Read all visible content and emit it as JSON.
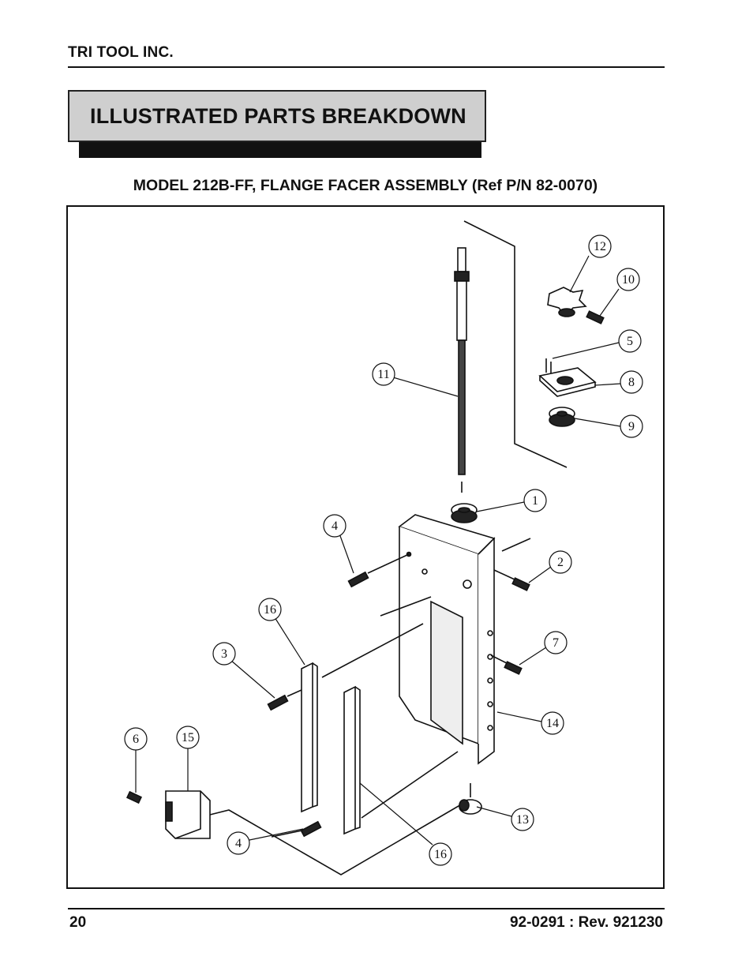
{
  "header": {
    "company": "TRI TOOL INC."
  },
  "banner": {
    "title": "ILLUSTRATED PARTS BREAKDOWN"
  },
  "subtitle": "MODEL 212B-FF, FLANGE FACER ASSEMBLY (Ref P/N 82-0070)",
  "callouts": {
    "c12": "12",
    "c10": "10",
    "c5": "5",
    "c8": "8",
    "c9": "9",
    "c11": "11",
    "c1": "1",
    "c4a": "4",
    "c2": "2",
    "c16a": "16",
    "c3": "3",
    "c7": "7",
    "c14": "14",
    "c6": "6",
    "c15": "15",
    "c13": "13",
    "c4b": "4",
    "c16b": "16"
  },
  "footer": {
    "page_number": "20",
    "doc_id": "92-0291 : Rev. 921230"
  }
}
